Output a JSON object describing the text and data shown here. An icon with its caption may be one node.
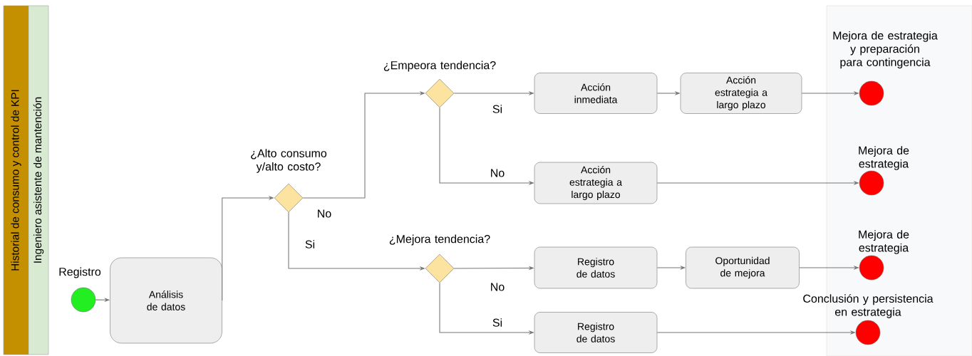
{
  "diagram": {
    "nodes": [
      {
        "text": [
          "Historial de consumo y control de KPI"
        ]
      },
      {
        "text": [
          "Ingeniero asistente de mantención"
        ]
      },
      {
        "text": [],
        "shape": "circle",
        "beside": [
          "Registro"
        ]
      },
      {
        "text": [
          "Análisis de datos"
        ]
      },
      {
        "text": [],
        "shape": "diamond",
        "beside": [
          "¿Alto consumo y/alto costo?"
        ]
      },
      {
        "text": [],
        "shape": "diamond",
        "beside": [
          "¿Empeora tendencia?"
        ]
      },
      {
        "text": [],
        "shape": "diamond",
        "beside": [
          "¿Mejora tendencia?"
        ]
      },
      {
        "text": [
          "Acción inmediata"
        ]
      },
      {
        "text": [
          "Acción estrategia a largo plazo"
        ]
      },
      {
        "text": [
          "Acción estrategia a largo plazo"
        ]
      },
      {
        "text": [
          "Registro de datos"
        ]
      },
      {
        "text": [
          "Oportunidad de mejora"
        ]
      },
      {
        "text": [
          "Registro de datos"
        ]
      },
      {
        "text": [],
        "shape": "circle",
        "beside": [
          "Mejora de estrategia y preparación para contingencia"
        ]
      },
      {
        "text": [],
        "shape": "circle",
        "beside": [
          "Mejora de estrategia"
        ]
      },
      {
        "text": [],
        "shape": "circle",
        "beside": [
          "Mejora de estrategia"
        ]
      },
      {
        "text": [],
        "shape": "circle",
        "beside": [
          "Conclusión y persistencia en estrategia"
        ]
      }
    ],
    "edges": [
      {
        "from": 2,
        "to": 3,
        "arrow": "to"
      },
      {
        "from": 3,
        "to": 4,
        "arrow": "to"
      },
      {
        "from": 4,
        "to": 5,
        "arrow": "to",
        "label": "No"
      },
      {
        "from": 4,
        "to": 6,
        "arrow": "to",
        "label": "Si"
      },
      {
        "from": 5,
        "to": 7,
        "arrow": "to",
        "label": "Si"
      },
      {
        "from": 5,
        "to": 9,
        "arrow": "to",
        "label": "No"
      },
      {
        "from": 7,
        "to": 8,
        "arrow": "to"
      },
      {
        "from": 8,
        "to": 13,
        "arrow": "to"
      },
      {
        "from": 9,
        "to": 14,
        "arrow": "to"
      },
      {
        "from": 6,
        "to": 10,
        "arrow": "to",
        "label": "No"
      },
      {
        "from": 6,
        "to": 12,
        "arrow": "to",
        "label": "Si"
      },
      {
        "from": 10,
        "to": 11,
        "arrow": "to"
      },
      {
        "from": 11,
        "to": 15,
        "arrow": "to"
      },
      {
        "from": 12,
        "to": 16,
        "arrow": "to"
      }
    ]
  }
}
